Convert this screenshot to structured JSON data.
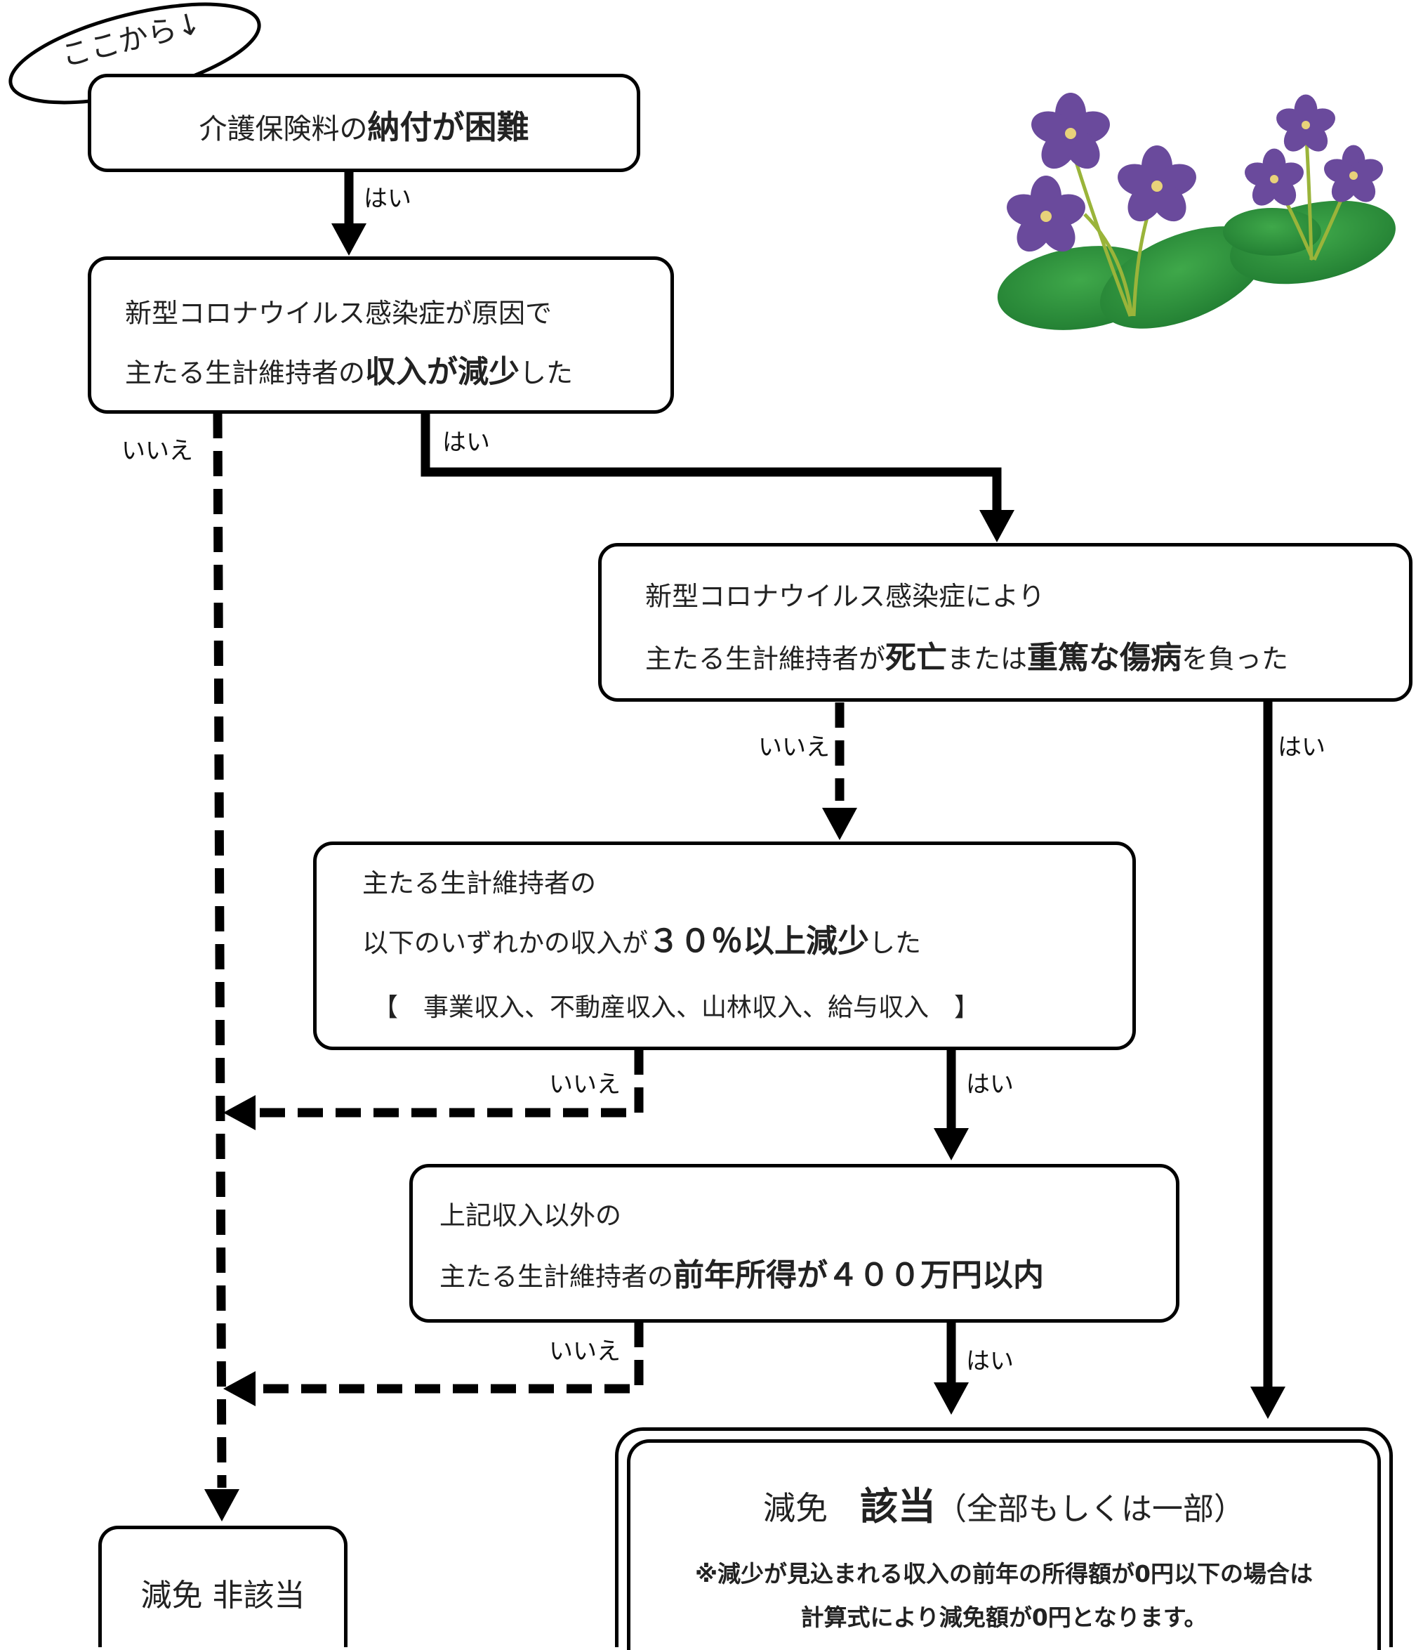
{
  "start": {
    "label": "ここから↓"
  },
  "boxes": {
    "q1": {
      "pre": "介護保険料の",
      "em": "納付が困難"
    },
    "q2": {
      "line1": "新型コロナウイルス感染症が原因で",
      "line2_pre": "主たる生計維持者の",
      "line2_em": "収入が減少",
      "line2_post": "した"
    },
    "q3": {
      "line1": "新型コロナウイルス感染症により",
      "line2_a": "主たる生計維持者が",
      "line2_em1": "死亡",
      "line2_b": "または",
      "line2_em2": "重篤な傷病",
      "line2_c": "を負った"
    },
    "q4": {
      "line1": "主たる生計維持者の",
      "line2_pre": "以下のいずれかの収入が",
      "line2_em": "３０％以上減少",
      "line2_post": "した",
      "line3": "【　事業収入、不動産収入、山林収入、給与収入　】"
    },
    "q5": {
      "line1": "上記収入以外の",
      "line2_pre": "主たる生計維持者の",
      "line2_em": "前年所得が４００万円以内"
    },
    "result_yes": {
      "title_pre": "減免　",
      "title_em": "該当",
      "title_post": "（全部もしくは一部）",
      "note1": "※減少が見込まれる収入の前年の所得額が0円以下の場合は",
      "note2": "計算式により減免額が0円となります。"
    },
    "result_no": {
      "label": "減免 非該当"
    }
  },
  "edges": {
    "yes": "はい",
    "no": "いいえ"
  },
  "illustration": {
    "name": "violet-flowers",
    "petal_color": "#6a4a9c",
    "leaf_color": "#2e8a3a"
  }
}
